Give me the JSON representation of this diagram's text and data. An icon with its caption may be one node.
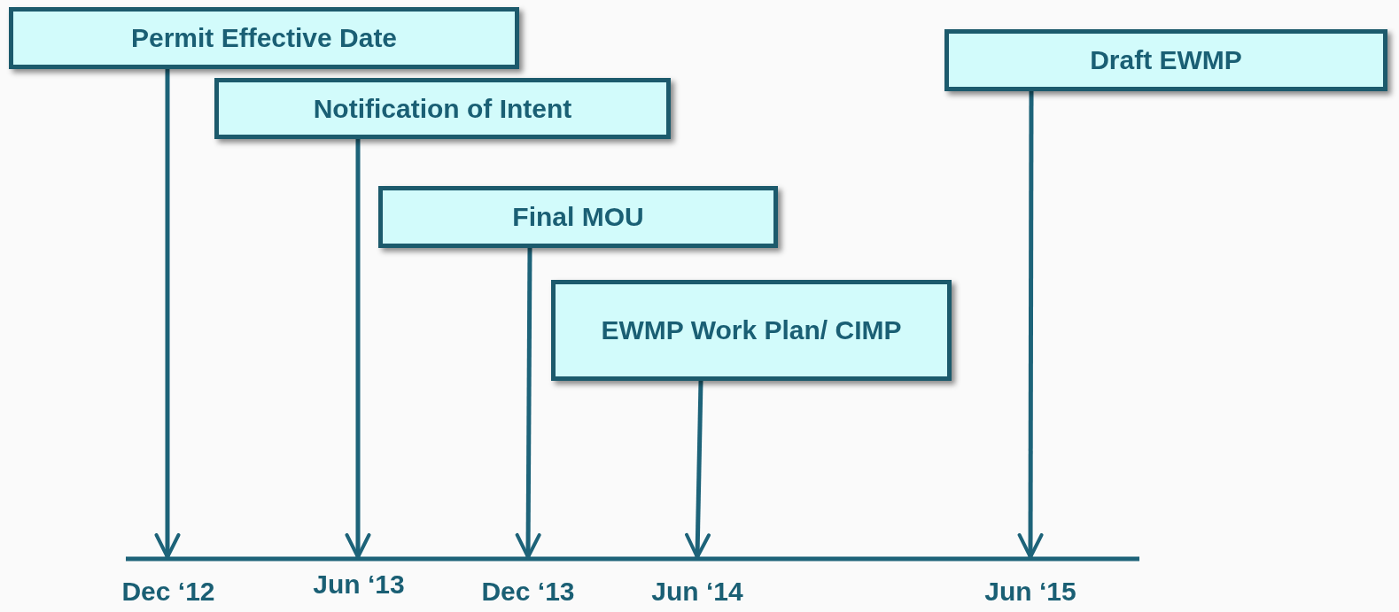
{
  "diagram": {
    "nodes": [
      {
        "text": [
          "Permit Effective Date"
        ]
      },
      {
        "text": [
          "Notification of Intent"
        ]
      },
      {
        "text": [
          "Final MOU"
        ]
      },
      {
        "text": [
          "EWMP Work Plan/ CIMP"
        ]
      },
      {
        "text": [
          "Draft EWMP"
        ]
      },
      {
        "text": [
          "Dec ‘12"
        ]
      },
      {
        "text": [
          "Jun ‘13"
        ]
      },
      {
        "text": [
          "Dec ‘13"
        ]
      },
      {
        "text": [
          "Jun ‘14"
        ]
      },
      {
        "text": [
          "Jun ‘15"
        ]
      }
    ],
    "edges": [
      {
        "from": 0,
        "to": 5,
        "arrow": "to"
      },
      {
        "from": 1,
        "to": 6,
        "arrow": "to"
      },
      {
        "from": 2,
        "to": 7,
        "arrow": "to"
      },
      {
        "from": 3,
        "to": 8,
        "arrow": "to"
      },
      {
        "from": 4,
        "to": 9,
        "arrow": "to"
      }
    ]
  }
}
